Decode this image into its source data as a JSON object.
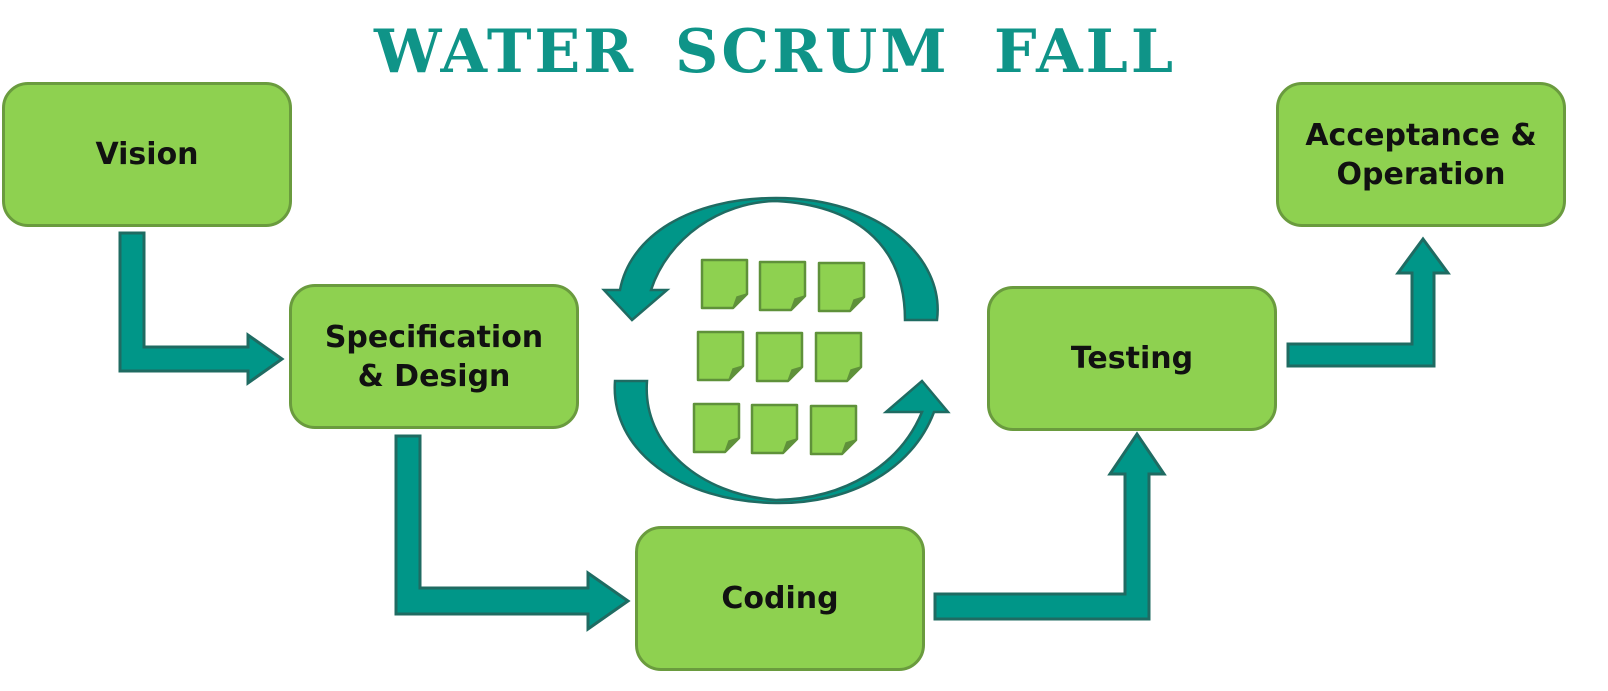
{
  "title": {
    "word1": "WATER",
    "word2": "SCRUM",
    "word3": "FALL"
  },
  "stages": [
    {
      "label": "Vision"
    },
    {
      "label": "Specification\n& Design"
    },
    {
      "label": "Coding"
    },
    {
      "label": "Testing"
    },
    {
      "label": "Acceptance &\nOperation"
    }
  ],
  "sprint_backlog": {
    "card_count": 9
  },
  "colors": {
    "title": "#0f9488",
    "box_fill": "#8ed150",
    "box_border": "#6a9b3e",
    "arrow_fill": "#009688",
    "arrow_stroke": "#1f6b62",
    "cycle_dark": "#00766b",
    "card_fill": "#8ed150",
    "card_border": "#5f913a",
    "card_fold": "#5f913a"
  }
}
